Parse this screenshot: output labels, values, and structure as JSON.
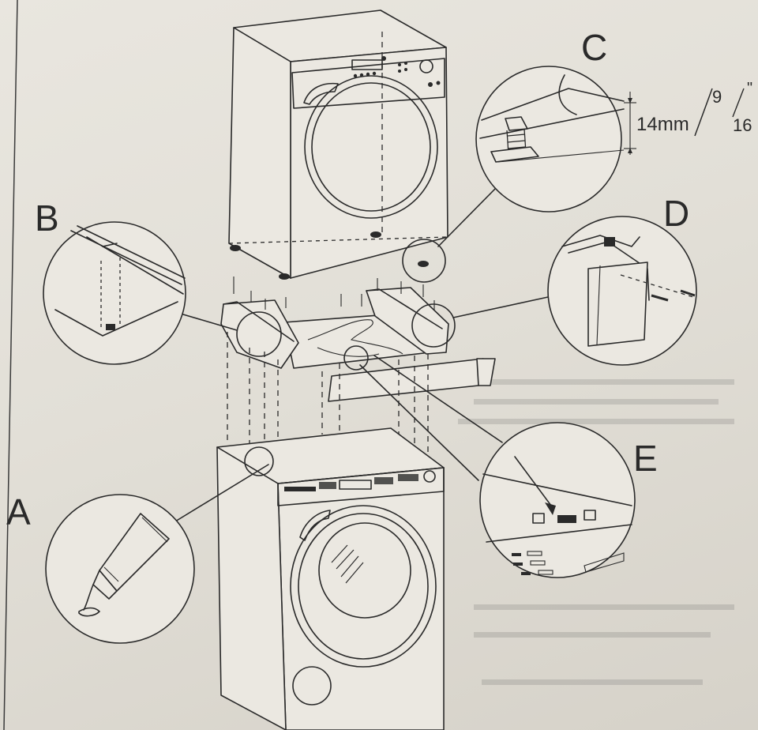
{
  "labels": {
    "a": "A",
    "b": "B",
    "c": "C",
    "d": "D",
    "e": "E"
  },
  "measurement": {
    "metric": "14mm",
    "imperial_numerator": "9",
    "imperial_denominator": "16",
    "inch_mark": "\""
  }
}
